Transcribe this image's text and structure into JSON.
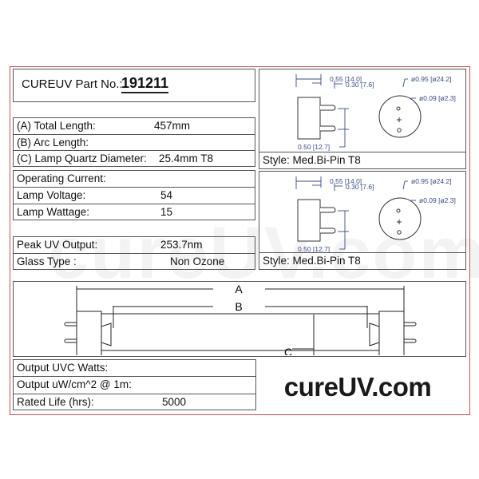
{
  "part": {
    "label": "CUREUV Part No.:",
    "number": "191211"
  },
  "specs1": [
    {
      "label": "(A) Total Length:",
      "value": "457mm"
    },
    {
      "label": "(B) Arc Length:",
      "value": ""
    },
    {
      "label": "(C) Lamp Quartz Diameter:",
      "value": "25.4mm T8"
    }
  ],
  "specs2": [
    {
      "label": "Operating Current:",
      "value": ""
    },
    {
      "label": "Lamp Voltage:",
      "value": "54"
    },
    {
      "label": "Lamp Wattage:",
      "value": "15"
    }
  ],
  "specs3": [
    {
      "label": "Peak UV Output:",
      "value": "253.7nm"
    },
    {
      "label": "Glass Type :",
      "value": "Non Ozone"
    }
  ],
  "output": [
    {
      "label": "Output UVC Watts:",
      "value": ""
    },
    {
      "label": "Output uW/cm^2 @ 1m:",
      "value": ""
    },
    {
      "label": "Rated Life (hrs):",
      "value": "5000"
    }
  ],
  "connector": {
    "dim_length": "0.55 [14.0]",
    "dim_pin": "0.30 [7.6]",
    "dim_spacing": "0.50 [12.7]",
    "dim_diameter": "ø0.95 [ø24.2]",
    "dim_pin_diameter": "ø0.09 [ø2.3]",
    "style_top": "Style: Med.Bi-Pin T8",
    "style_bottom": "Style: Med.Bi-Pin T8",
    "line_color": "#3b4a86"
  },
  "lamp": {
    "label_a": "A",
    "label_b": "B",
    "label_c": "C"
  },
  "logo": "cureUV.com",
  "watermark": "cureUV.com",
  "colors": {
    "frame": "#c9504f",
    "border": "#555555"
  }
}
